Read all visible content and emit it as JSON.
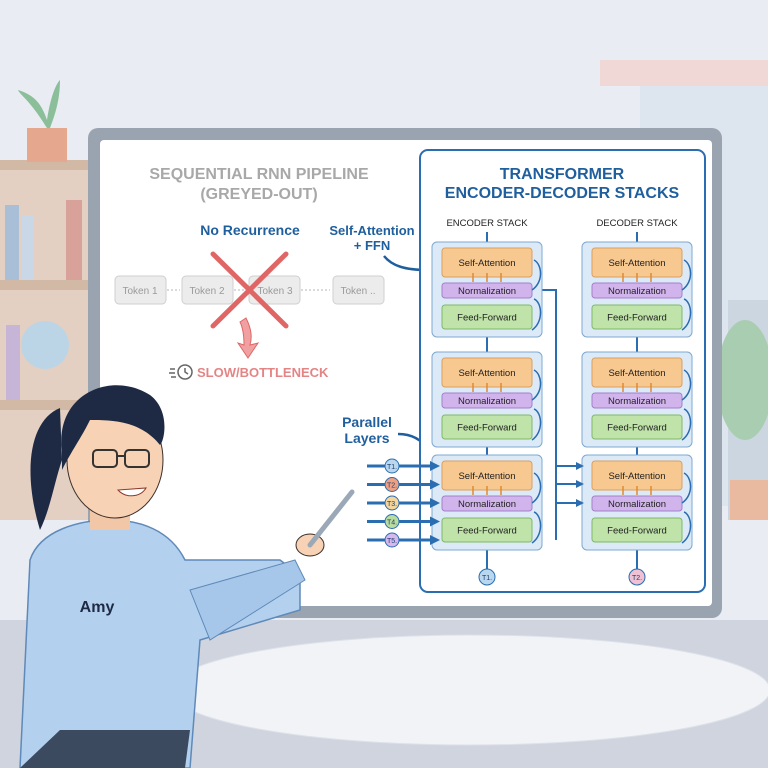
{
  "rnn": {
    "title_line1": "SEQUENTIAL RNN PIPELINE",
    "title_line2": "(GREYED-OUT)",
    "tokens": [
      "Token 1",
      "Token 2",
      "Token 3",
      "Token .."
    ],
    "no_recurrence": "No Recurrence",
    "bottleneck": "SLOW/BOTTLENECK"
  },
  "annotations": {
    "self_attention_line1": "Self-Attention",
    "self_attention_line2": "+ FFN",
    "parallel_line1": "Parallel",
    "parallel_line2": "Layers"
  },
  "transformer": {
    "title_line1": "TRANSFORMER",
    "title_line2": "ENCODER-DECODER STACKS",
    "encoder_label": "ENCODER STACK",
    "decoder_label": "DECODER STACK",
    "layer": {
      "attention": "Self-Attention",
      "norm": "Normalization",
      "ffn": "Feed-Forward"
    },
    "input_tokens": [
      "T1.",
      "T2.",
      "T3.",
      "T4.",
      "T5."
    ],
    "encoder_input": "T1.",
    "decoder_input": "T2."
  },
  "presenter": {
    "name": "Amy"
  },
  "colors": {
    "accent": "#1f5f9e",
    "attention": "#f7c890",
    "norm": "#d2b4ec",
    "ffn": "#bfe3a8",
    "cross": "#e06666",
    "token_colors": [
      "#b9d8f0",
      "#f0a080",
      "#f5d59a",
      "#b9dca0",
      "#d6b8ee"
    ]
  }
}
